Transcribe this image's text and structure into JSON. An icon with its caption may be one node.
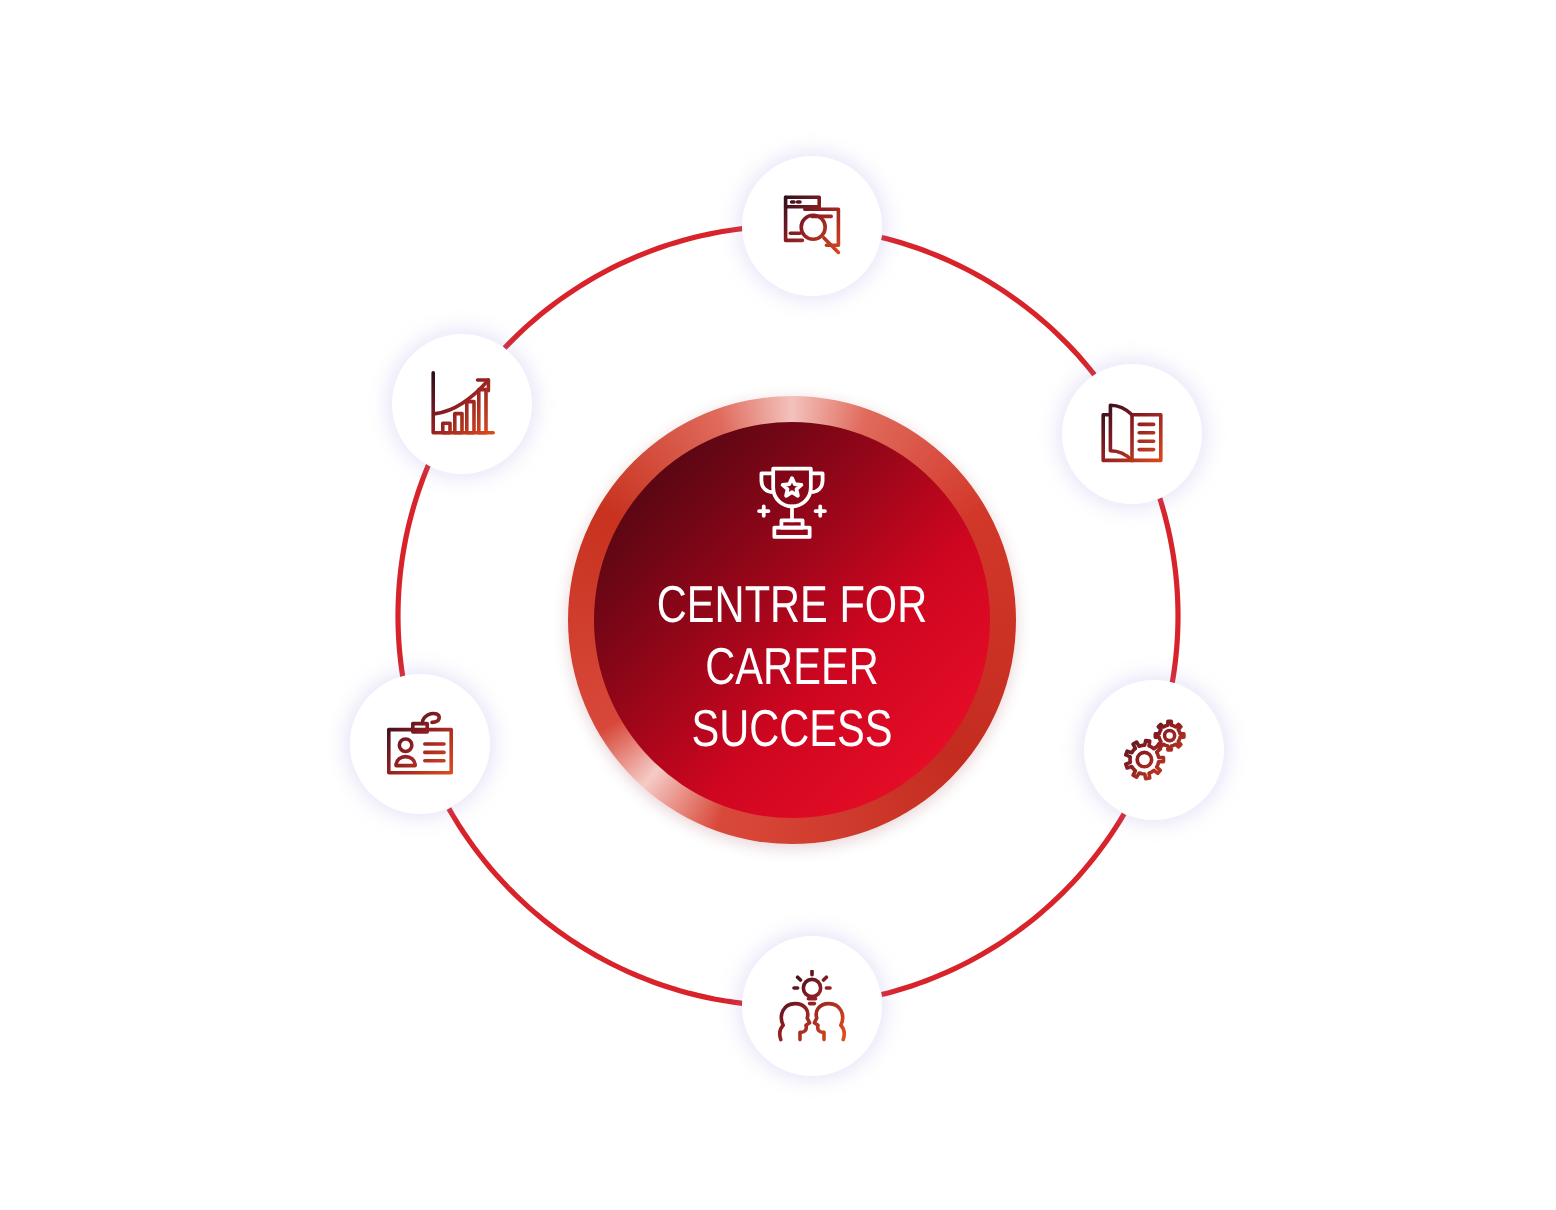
{
  "diagram": {
    "nodes": [
      {
        "text": [
          "CENTRE FOR CAREER SUCCESS"
        ]
      },
      {
        "text": [],
        "shape": "circle"
      },
      {
        "text": [],
        "shape": "circle"
      },
      {
        "text": [],
        "shape": "circle"
      },
      {
        "text": [],
        "shape": "circle"
      },
      {
        "text": [],
        "shape": "circle"
      },
      {
        "text": [],
        "shape": "circle"
      }
    ],
    "edges": [
      {
        "from": 1,
        "to": 2,
        "arrow": "none"
      },
      {
        "from": 2,
        "to": 3,
        "arrow": "none"
      },
      {
        "from": 3,
        "to": 4,
        "arrow": "none"
      },
      {
        "from": 4,
        "to": 5,
        "arrow": "none"
      },
      {
        "from": 5,
        "to": 6,
        "arrow": "none"
      },
      {
        "from": 6,
        "to": 1,
        "arrow": "none"
      }
    ]
  }
}
